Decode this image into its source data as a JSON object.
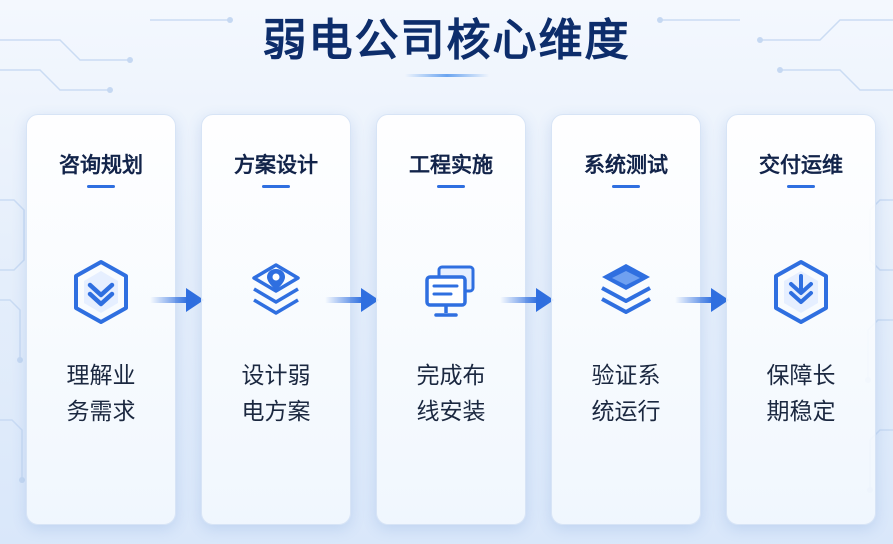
{
  "title": "弱电公司核心维度",
  "steps": [
    {
      "title": "咨询规划",
      "desc_line1": "理解业",
      "desc_line2": "务需求",
      "icon": "shield-check-icon"
    },
    {
      "title": "方案设计",
      "desc_line1": "设计弱",
      "desc_line2": "电方案",
      "icon": "location-layers-icon"
    },
    {
      "title": "工程实施",
      "desc_line1": "完成布",
      "desc_line2": "线安装",
      "icon": "monitor-icon"
    },
    {
      "title": "系统测试",
      "desc_line1": "验证系",
      "desc_line2": "统运行",
      "icon": "layers-icon"
    },
    {
      "title": "交付运维",
      "desc_line1": "保障长",
      "desc_line2": "期稳定",
      "icon": "shield-download-icon"
    }
  ],
  "colors": {
    "accent": "#2f6fe0",
    "title": "#0d2d6b",
    "text": "#1b2840"
  }
}
